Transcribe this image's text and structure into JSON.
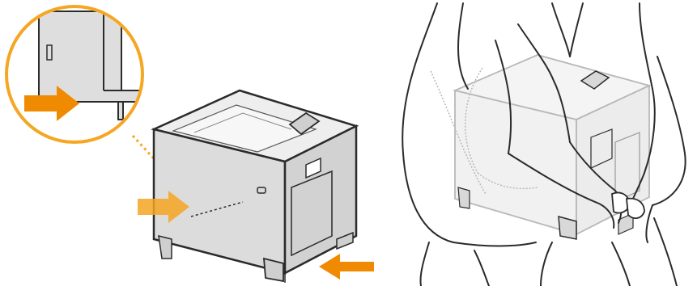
{
  "illustration": {
    "panels": [
      {
        "name": "printer-lift-points",
        "callout": "zoom-circle"
      },
      {
        "name": "two-person-carry"
      }
    ],
    "colors": {
      "background": "#ffffff",
      "accent_orange": "#f5a623",
      "arrow_orange_dark": "#f08a00",
      "outline": "#2b2b2b",
      "printer_gray": "#dcdcdc",
      "printer_top": "#eeeeee",
      "ghost_fill": "#f4f4f4",
      "ghost_line": "#b8b8b8"
    },
    "icons": [
      "arrow-right-icon",
      "dotted-leader-line",
      "zoom-circle"
    ]
  }
}
